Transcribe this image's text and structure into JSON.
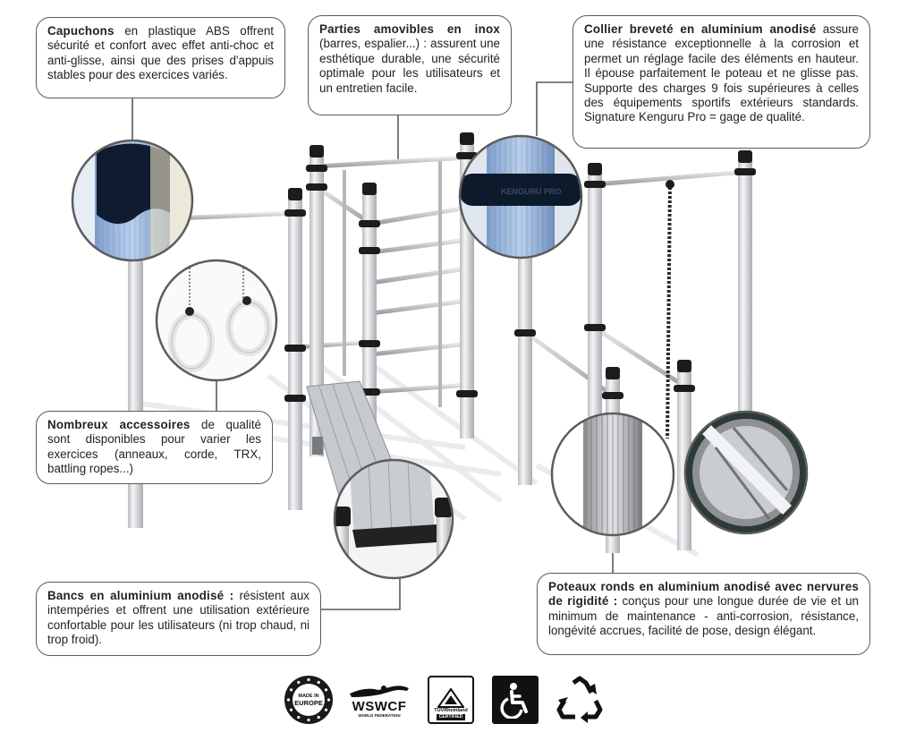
{
  "callouts": {
    "capuchons": {
      "bold": "Capuchons",
      "text": " en plastique ABS offrent sécurité et confort avec effet anti-choc et anti-glisse, ainsi que des prises d'appuis stables pour des exercices variés."
    },
    "parties": {
      "bold": "Parties amovibles en inox",
      "text": " (barres, espalier...) : assurent une esthétique durable, une sécurité optimale pour les utilisateurs et un entretien facile."
    },
    "collier": {
      "bold": "Collier breveté en aluminium anodisé",
      "text": " assure une résistance exceptionnelle à la corrosion et permet un réglage facile des éléments en hauteur. Il épouse parfaitement le poteau et ne glisse pas. Supporte des charges 9 fois supérieures à celles des équipements sportifs extérieurs standards. Signature Kenguru Pro = gage de qualité."
    },
    "accessoires": {
      "bold": "Nombreux accessoires",
      "text": " de qualité sont disponibles pour varier les exercices (anneaux, corde, TRX, battling ropes...)"
    },
    "bancs": {
      "bold": "Bancs en aluminium anodisé :",
      "text": " résistent aux intempéries et offrent une utilisation extérieure confortable pour les utilisateurs (ni trop chaud, ni trop froid)."
    },
    "poteaux": {
      "bold": "Poteaux ronds en aluminium anodisé avec nervures de rigidité :",
      "text": " conçus pour une longue durée de vie et un minimum de maintenance - anti-corrosion, résistance, longévité accrues, facilité de pose, design élégant."
    }
  },
  "collar_brand": "KENGURU PRO",
  "logos": {
    "europe": {
      "line1": "MADE IN",
      "line2": "EUROPE"
    },
    "wswcf": {
      "name": "WSWCF",
      "sub": "WORLD FEDERATION"
    },
    "tuv": {
      "name": "TÜVRheinland",
      "cert": "CERTIFIED"
    },
    "accessible": {
      "icon": "wheelchair-icon"
    },
    "recycle": {
      "icon": "recycle-icon"
    }
  },
  "colors": {
    "pole": "#d9dbde",
    "collar": "#1c1c1c",
    "callout_border": "#5a5a5a",
    "zoom_bg": "#9ebadb"
  }
}
